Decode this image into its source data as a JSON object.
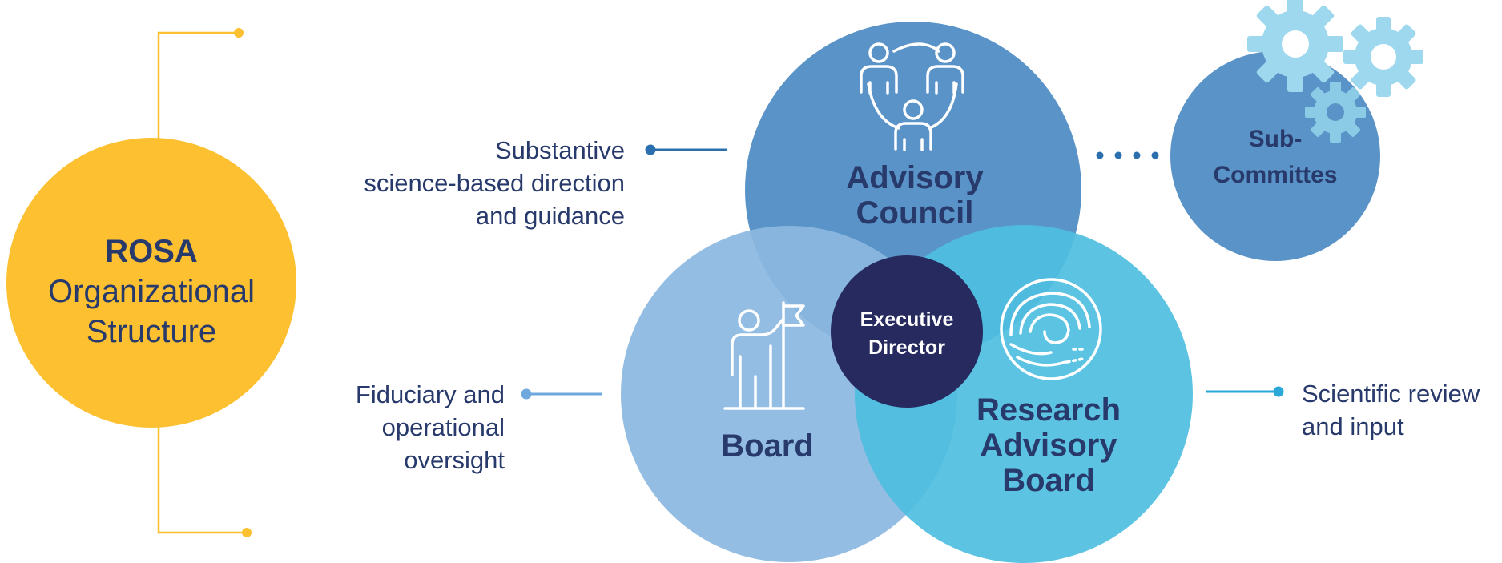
{
  "left": {
    "title_bold": "ROSA",
    "title_line2": "Organizational",
    "title_line3": "Structure"
  },
  "descriptions": {
    "advisory": [
      "Substantive",
      "science-based direction",
      "and guidance"
    ],
    "board": [
      "Fiduciary and",
      "operational",
      "oversight"
    ],
    "research": [
      "Scientific review",
      "and input"
    ]
  },
  "circles": {
    "advisory_council": [
      "Advisory",
      "Council"
    ],
    "board": "Board",
    "research_advisory_board": [
      "Research",
      "Advisory",
      "Board"
    ],
    "executive_director": [
      "Executive",
      "Director"
    ],
    "sub_committees": [
      "Sub-",
      "Committes"
    ]
  },
  "icons": {
    "advisory": "people-network-icon",
    "board": "person-flag-icon",
    "research": "wave-seal-icon",
    "gears": "gears-icon"
  },
  "colors": {
    "rosa_yellow": "#fcc030",
    "advisory_blue": "#5a93c7",
    "board_blue": "#8bb8e0",
    "research_cyan": "#4ebee0",
    "executive_navy": "#262a5e",
    "subcommittee_blue": "#5a93c7",
    "gear_blue": "#9ed8ee",
    "text_navy": "#283a6b"
  }
}
